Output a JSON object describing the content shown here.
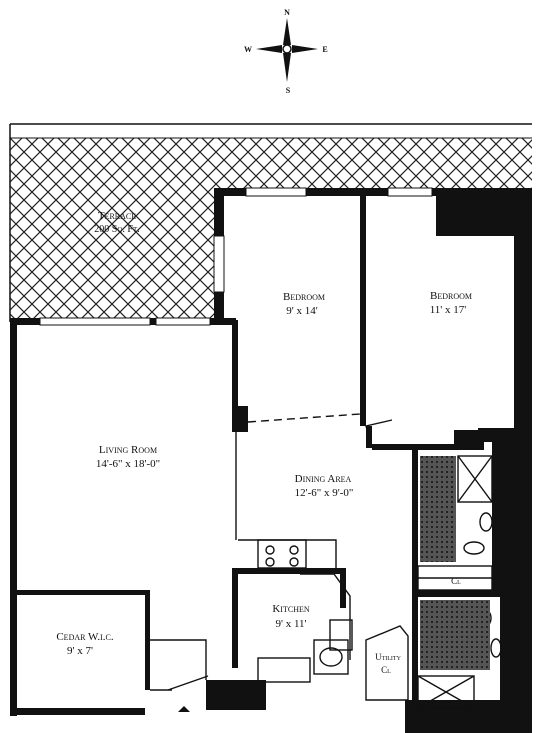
{
  "compass": {
    "n": "N",
    "s": "S",
    "e": "E",
    "w": "W"
  },
  "rooms": {
    "terrace": {
      "name": "Terrace",
      "dims": "200 Sq. Ft."
    },
    "bedroom1": {
      "name": "Bedroom",
      "dims": "9' x 14'"
    },
    "bedroom2": {
      "name": "Bedroom",
      "dims": "11' x 17'"
    },
    "living": {
      "name": "Living Room",
      "dims": "14'-6\" x 18'-0\""
    },
    "dining": {
      "name": "Dining Area",
      "dims": "12'-6\" x 9'-0\""
    },
    "kitchen": {
      "name": "Kitchen",
      "dims": "9' x 11'"
    },
    "cedar": {
      "name": "Cedar W.i.c.",
      "dims": "9' x 7'"
    },
    "utility": {
      "name": "Utility",
      "dims": "Cl"
    },
    "closet": {
      "name": "Cl"
    }
  }
}
